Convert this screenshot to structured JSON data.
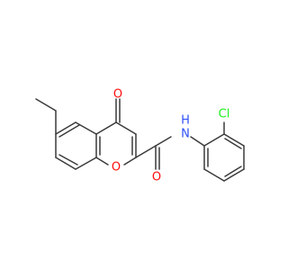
{
  "atoms": {
    "carbonyl_o": {
      "text": "O",
      "color": "#ff0d0d"
    },
    "ring_o": {
      "text": "O",
      "color": "#ff0d0d"
    },
    "amide_o": {
      "text": "O",
      "color": "#ff0d0d"
    },
    "amide_n": {
      "text": "N",
      "color": "#3050f8"
    },
    "amide_h": {
      "text": "H",
      "color": "#3050f8"
    },
    "chlorine": {
      "text": "Cl",
      "color": "#1ff01f"
    }
  },
  "colors": {
    "bond": "#3a3a3a",
    "background": "#ffffff"
  }
}
